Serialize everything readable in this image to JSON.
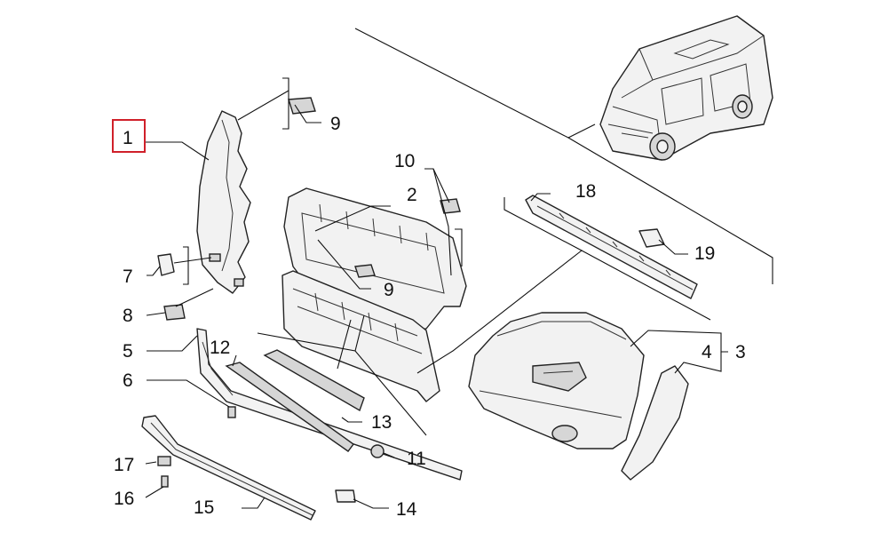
{
  "diagram": {
    "callouts": [
      {
        "id": "c1",
        "label": "1",
        "highlighted": true
      },
      {
        "id": "c2",
        "label": "2"
      },
      {
        "id": "c3",
        "label": "3"
      },
      {
        "id": "c4",
        "label": "4"
      },
      {
        "id": "c5",
        "label": "5"
      },
      {
        "id": "c6",
        "label": "6"
      },
      {
        "id": "c7",
        "label": "7"
      },
      {
        "id": "c8",
        "label": "8"
      },
      {
        "id": "c9a",
        "label": "9"
      },
      {
        "id": "c9b",
        "label": "9"
      },
      {
        "id": "c10",
        "label": "10"
      },
      {
        "id": "c11",
        "label": "11"
      },
      {
        "id": "c12",
        "label": "12"
      },
      {
        "id": "c13",
        "label": "13"
      },
      {
        "id": "c14",
        "label": "14"
      },
      {
        "id": "c15",
        "label": "15"
      },
      {
        "id": "c16",
        "label": "16"
      },
      {
        "id": "c17",
        "label": "17"
      },
      {
        "id": "c18",
        "label": "18"
      },
      {
        "id": "c19",
        "label": "19"
      }
    ],
    "highlight_color": "#d0202a",
    "line_color": "#111111"
  }
}
